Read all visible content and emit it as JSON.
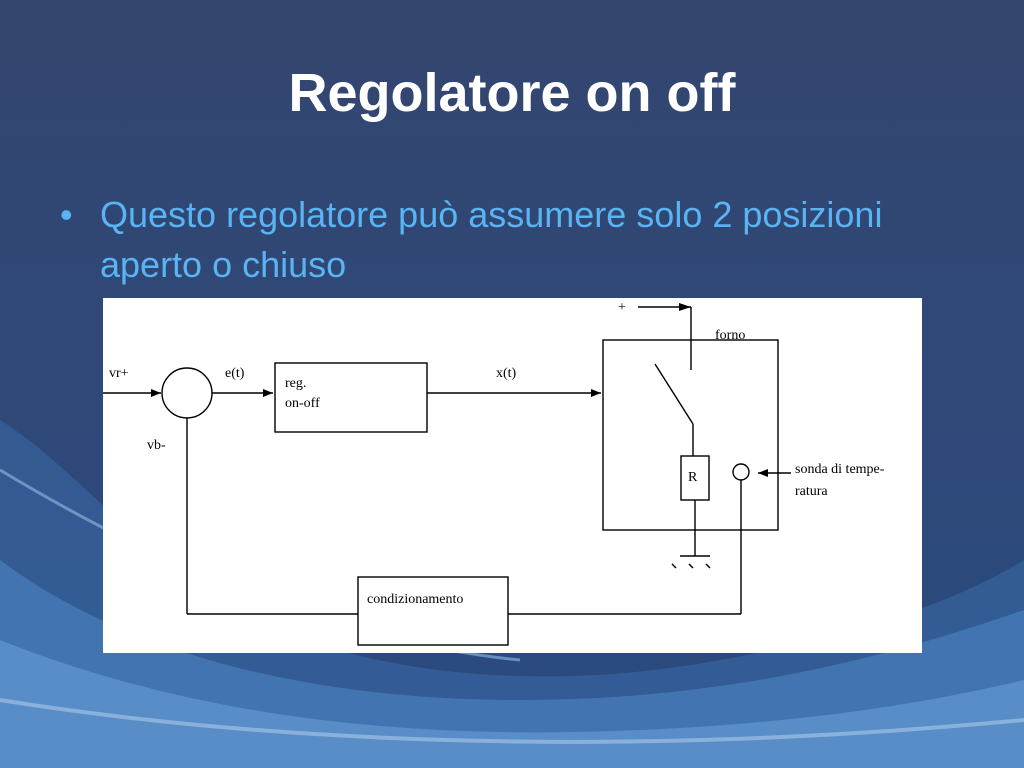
{
  "slide": {
    "title": "Regolatore on off",
    "bullet": "Questo regolatore può assumere solo 2 posizioni aperto o chiuso"
  },
  "diagram": {
    "plus_label": "+",
    "furnace_label": "forno",
    "vr_label": "vr+",
    "error_label": "e(t)",
    "regulator_line1": "reg.",
    "regulator_line2": "on-off",
    "output_label": "x(t)",
    "feedback_label": "vb-",
    "resistor_label": "R",
    "probe_line1": "sonda di tempe-",
    "probe_line2": "ratura",
    "conditioning_label": "condizionamento"
  },
  "colors": {
    "background": "#2d4a7a",
    "title": "#ffffff",
    "bullet": "#5ab3f2",
    "diagram_bg": "#ffffff"
  }
}
